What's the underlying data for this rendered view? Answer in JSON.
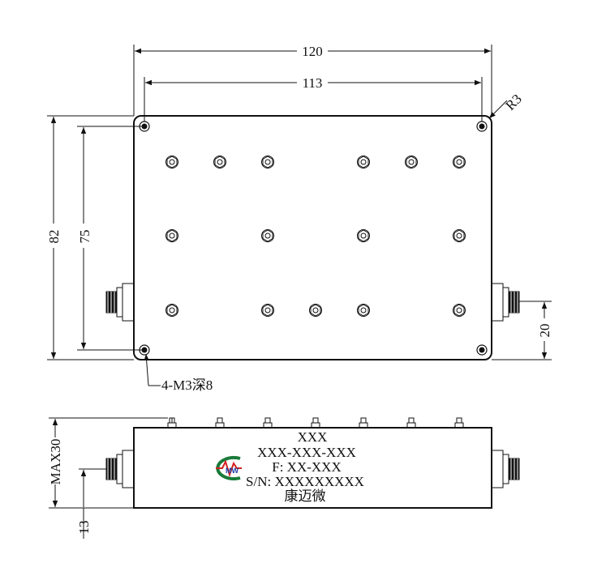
{
  "dimensions": {
    "width_outer": "120",
    "width_inner": "113",
    "corner_radius": "R3",
    "height_outer": "82",
    "height_inner": "75",
    "connector_offset": "20",
    "side_height": "MAX30",
    "side_connector_offset": "13"
  },
  "callouts": {
    "mount_holes": "4-M3深8"
  },
  "side_label": {
    "line1": "XXX",
    "line2": "XXX-XXX-XXX",
    "line3": "F: XX-XXX",
    "line4": "S/N: XXXXXXXXX",
    "line5": "康迈微"
  },
  "logo": {
    "text": "MW",
    "colors": {
      "ring": "#1a7a3a",
      "wave": "#d62020",
      "letters": "#1a3fa8"
    }
  }
}
